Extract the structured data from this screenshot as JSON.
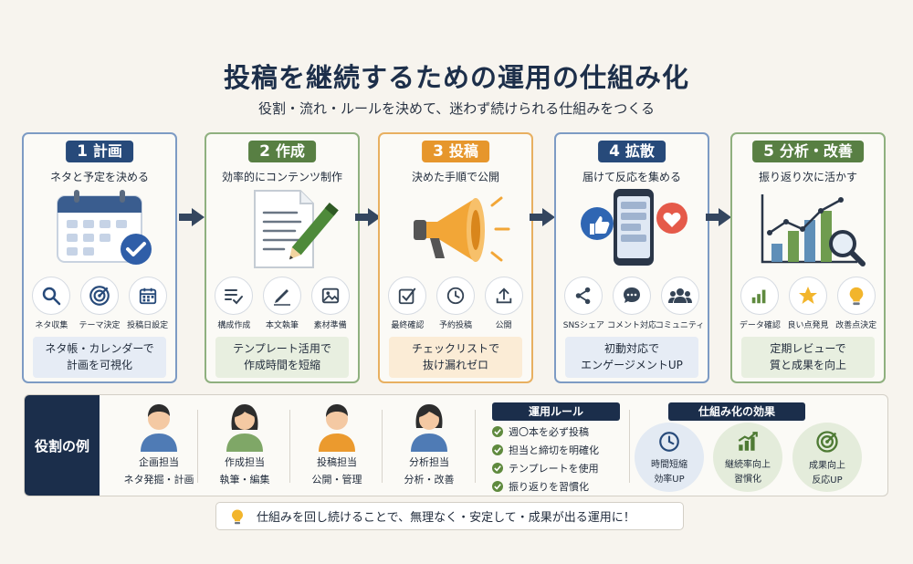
{
  "title": "投稿を継続するための運用の仕組み化",
  "subtitle": "役割・流れ・ルールを決めて、迷わず続けられる仕組みをつくる",
  "steps": [
    {
      "num": "1",
      "title": "計画",
      "sub": "ネタと予定を決める",
      "icons": [
        {
          "label": "ネタ収集",
          "icon": "search-icon"
        },
        {
          "label": "テーマ決定",
          "icon": "target-icon"
        },
        {
          "label": "投稿日設定",
          "icon": "calendar-icon"
        }
      ],
      "note1": "ネタ帳・カレンダーで",
      "note2": "計画を可視化"
    },
    {
      "num": "2",
      "title": "作成",
      "sub": "効率的にコンテンツ制作",
      "icons": [
        {
          "label": "構成作成",
          "icon": "list-check-icon"
        },
        {
          "label": "本文執筆",
          "icon": "pen-icon"
        },
        {
          "label": "素材準備",
          "icon": "image-icon"
        }
      ],
      "note1": "テンプレート活用で",
      "note2": "作成時間を短縮"
    },
    {
      "num": "3",
      "title": "投稿",
      "sub": "決めた手順で公開",
      "icons": [
        {
          "label": "最終確認",
          "icon": "checkbox-icon"
        },
        {
          "label": "予約投稿",
          "icon": "clock-icon"
        },
        {
          "label": "公開",
          "icon": "upload-icon"
        }
      ],
      "note1": "チェックリストで",
      "note2": "抜け漏れゼロ"
    },
    {
      "num": "4",
      "title": "拡散",
      "sub": "届けて反応を集める",
      "icons": [
        {
          "label": "SNSシェア",
          "icon": "share-icon"
        },
        {
          "label": "コメント対応",
          "icon": "comment-icon"
        },
        {
          "label": "コミュニティ",
          "icon": "community-icon"
        }
      ],
      "note1": "初動対応で",
      "note2": "エンゲージメントUP"
    },
    {
      "num": "5",
      "title": "分析・改善",
      "sub": "振り返り次に活かす",
      "icons": [
        {
          "label": "データ確認",
          "icon": "bar-chart-icon"
        },
        {
          "label": "良い点発見",
          "icon": "star-icon"
        },
        {
          "label": "改善点決定",
          "icon": "lightbulb-icon"
        }
      ],
      "note1": "定期レビューで",
      "note2": "質と成果を向上"
    }
  ],
  "roles": {
    "label": "役割の例",
    "people": [
      {
        "title": "企画担当",
        "desc": "ネタ発掘・計画"
      },
      {
        "title": "作成担当",
        "desc": "執筆・編集"
      },
      {
        "title": "投稿担当",
        "desc": "公開・管理"
      },
      {
        "title": "分析担当",
        "desc": "分析・改善"
      }
    ]
  },
  "rules": {
    "title": "運用ルール",
    "items": [
      "週〇本を必ず投稿",
      "担当と締切を明確化",
      "テンプレートを使用",
      "振り返りを習慣化"
    ]
  },
  "effects": {
    "title": "仕組み化の効果",
    "items": [
      {
        "l1": "時間短縮",
        "l2": "効率UP",
        "icon": "clock-icon"
      },
      {
        "l1": "継続率向上",
        "l2": "習慣化",
        "icon": "growth-chart-icon"
      },
      {
        "l1": "成果向上",
        "l2": "反応UP",
        "icon": "target-icon"
      }
    ]
  },
  "footer": "仕組みを回し続けることで、無理なく・安定して・成果が出る運用に！",
  "colors": {
    "navy": "#1b2e4b",
    "green": "#587f43",
    "orange": "#e6962c",
    "blue": "#274a7a"
  }
}
